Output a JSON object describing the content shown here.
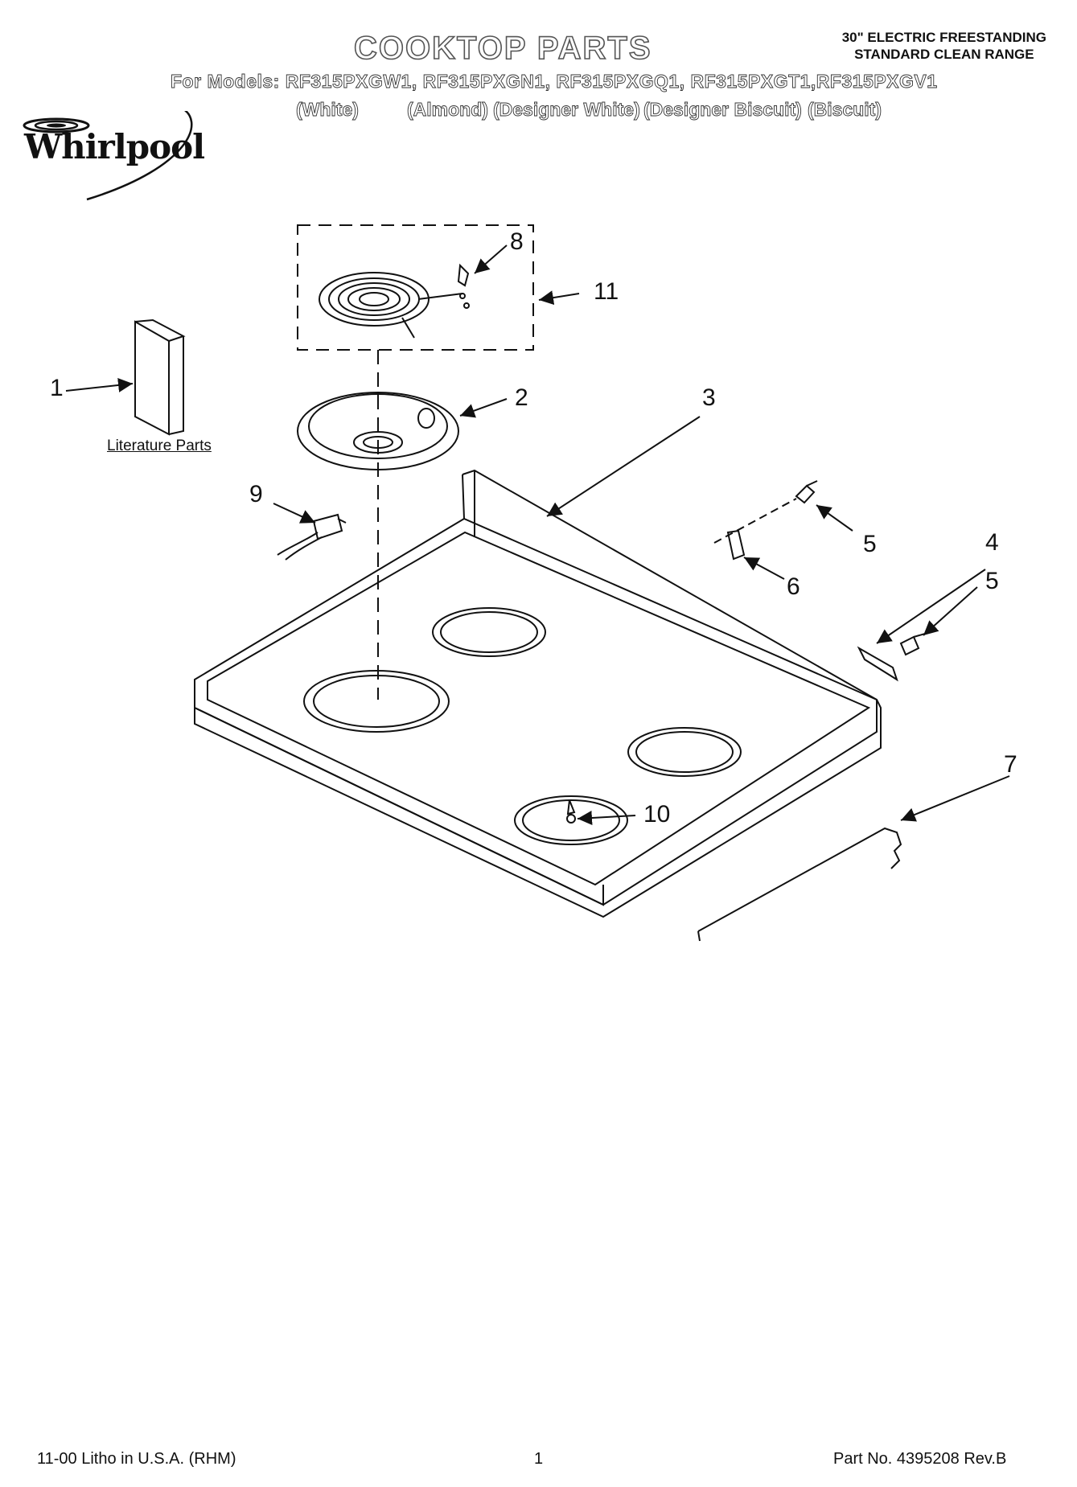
{
  "header": {
    "title": "COOKTOP PARTS",
    "range_type_line1": "30\" ELECTRIC FREESTANDING",
    "range_type_line2": "STANDARD CLEAN RANGE",
    "models": "For Models: RF315PXGW1, RF315PXGN1, RF315PXGQ1, RF315PXGT1,RF315PXGV1",
    "colors": [
      "(White)",
      "(Almond)",
      "(Designer White)",
      "(Designer Biscuit)",
      "(Biscuit)"
    ],
    "brand": "Whirlpool"
  },
  "diagram": {
    "callouts": [
      "1",
      "2",
      "3",
      "4",
      "5",
      "5",
      "6",
      "7",
      "8",
      "9",
      "10",
      "11"
    ],
    "literature_label": "Literature Parts"
  },
  "footer": {
    "left": "11-00 Litho in U.S.A. (RHM)",
    "page": "1",
    "part_no": "Part No. 4395208 Rev.B"
  }
}
